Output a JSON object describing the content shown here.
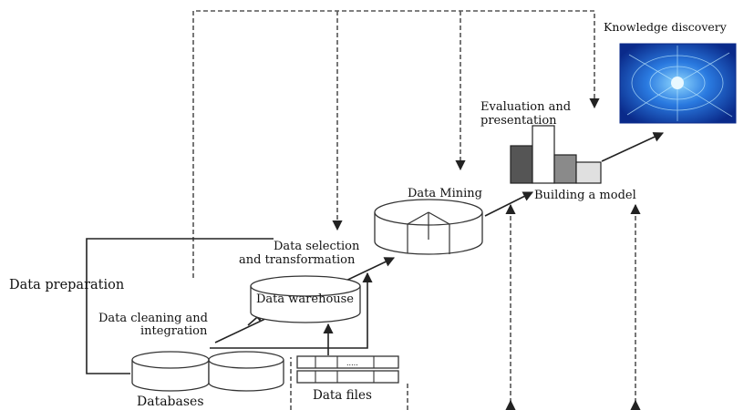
{
  "labels": {
    "knowledge_discovery": "Knowledge discovery",
    "evaluation_line1": "Evaluation and",
    "evaluation_line2": "presentation",
    "data_mining": "Data Mining",
    "building_model": "Building a model",
    "selection_line1": "Data selection",
    "selection_line2": "and transformation",
    "data_preparation": "Data preparation",
    "data_warehouse": "Data warehouse",
    "cleaning_line1": "Data cleaning and",
    "cleaning_line2": "integration",
    "databases": "Databases",
    "data_files": "Data files",
    "file_ellipsis": "....."
  },
  "colors": {
    "knowledge_image_dark": "#0a2a8a",
    "knowledge_image_light": "#8fd8ff",
    "bar_dark": "#555555",
    "bar_mid": "#8a8a8a",
    "bar_light": "#e0e0e0"
  }
}
